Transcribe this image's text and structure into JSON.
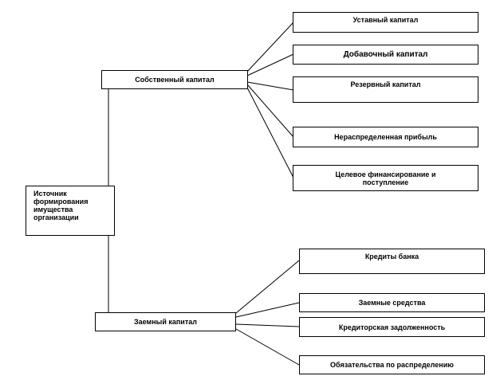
{
  "root": "Источник формирования имущества организации",
  "equity": {
    "label": "Собственный капитал",
    "items": [
      "Уставный капитал",
      "Добавочный капитал",
      "Резервный капитал",
      "Нераспределенная прибыль",
      "Целевое финансирование и поступление"
    ]
  },
  "debt": {
    "label": "Заемный капитал",
    "items": [
      "Кредиты банка",
      "Заемные средства",
      "Кредиторская задолженность",
      "Обязательства по распределению"
    ]
  }
}
